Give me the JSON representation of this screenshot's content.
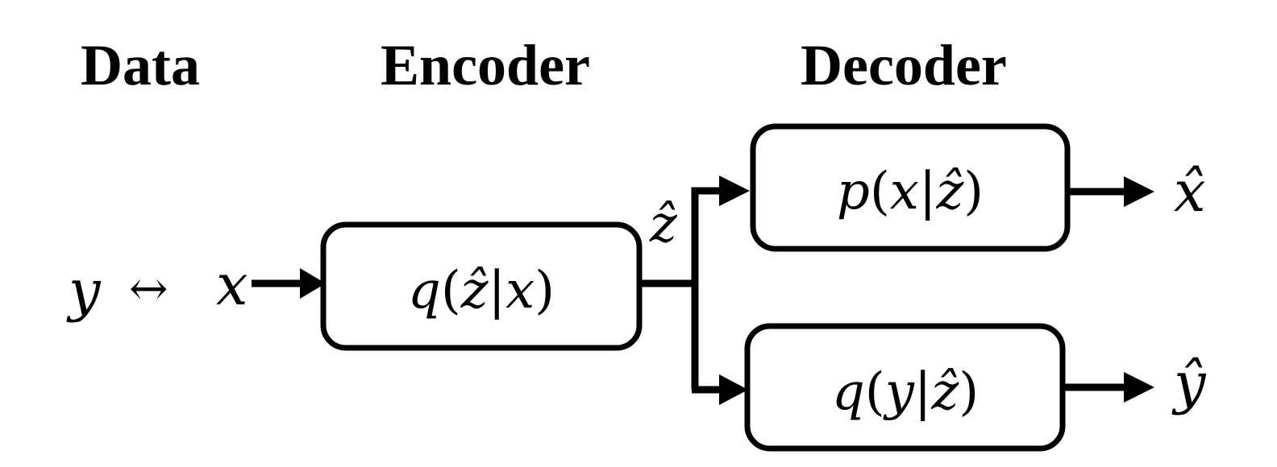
{
  "headers": {
    "data": "Data",
    "encoder": "Encoder",
    "decoder": "Decoder"
  },
  "input": {
    "y": "y",
    "arrow_symbol": "↔",
    "x": "x"
  },
  "encoder_box": {
    "func": "q",
    "open": "(",
    "z_hat": "ẑ",
    "bar": "|",
    "given": "x",
    "close": ")"
  },
  "latent": {
    "label": "ẑ"
  },
  "decoder_x_box": {
    "func": "p",
    "open": "(",
    "target": "x",
    "bar": "|",
    "z_hat": "ẑ",
    "close": ")"
  },
  "decoder_y_box": {
    "func": "q",
    "open": "(",
    "target": "y",
    "bar": "|",
    "z_hat": "ẑ",
    "close": ")"
  },
  "outputs": {
    "x_hat": "x̂",
    "y_hat": "ŷ"
  },
  "colors": {
    "ink": "#000000",
    "background": "#ffffff"
  }
}
